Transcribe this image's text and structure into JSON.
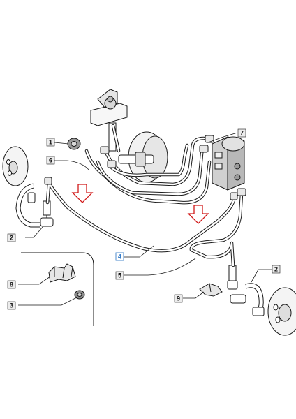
{
  "callouts": [
    {
      "id": "c1",
      "label": "1"
    },
    {
      "id": "c2a",
      "label": "2"
    },
    {
      "id": "c2b",
      "label": "2"
    },
    {
      "id": "c3",
      "label": "3"
    },
    {
      "id": "c4",
      "label": "4"
    },
    {
      "id": "c5",
      "label": "5"
    },
    {
      "id": "c6",
      "label": "6"
    },
    {
      "id": "c7",
      "label": "7"
    },
    {
      "id": "c8",
      "label": "8"
    },
    {
      "id": "c9",
      "label": "9"
    }
  ],
  "colors": {
    "line": "#1a1a1a",
    "arrow": "#d11a1a",
    "highlight": "#3a7fc9",
    "box_fill": "#ececec"
  },
  "icons": [
    "flow-direction-arrow-icon"
  ]
}
